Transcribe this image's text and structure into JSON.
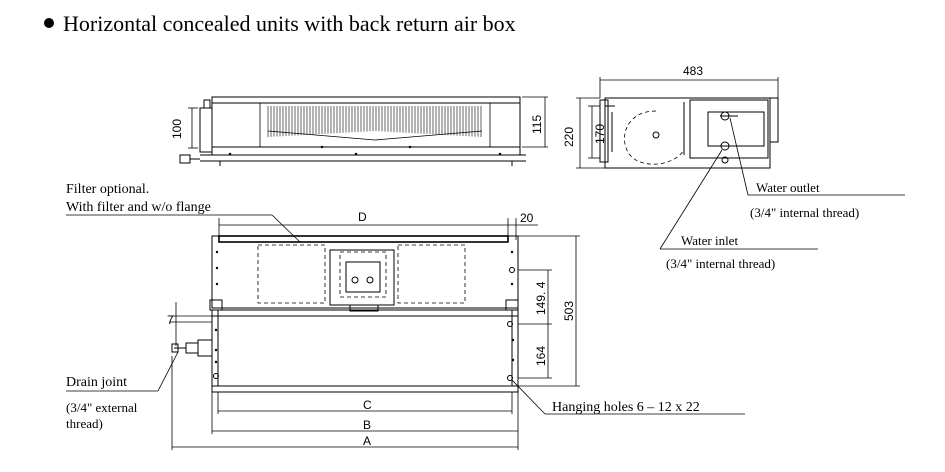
{
  "title": "Horizontal concealed units with back return air box",
  "labels": {
    "filter_line1": "Filter optional.",
    "filter_line2": "With filter and w/o flange",
    "water_outlet": "Water outlet",
    "water_outlet_thread": "(3/4\" internal thread)",
    "water_inlet": "Water inlet",
    "water_inlet_thread": "(3/4\" internal thread)",
    "drain_joint": "Drain joint",
    "drain_thread_1": "(3/4\" external",
    "drain_thread_2": "thread)",
    "hanging_holes": "Hanging holes 6 – 12 x 22"
  },
  "dimensions": {
    "top_height_left": "100",
    "top_height_right": "115",
    "side_width": "483",
    "side_height_outer": "220",
    "side_height_inner": "170",
    "d": "D",
    "d_offset": "20",
    "height_upper": "149. 4",
    "height_total": "503",
    "height_lower": "164",
    "drain_offset": "7",
    "c": "C",
    "b": "B",
    "a": "A"
  }
}
